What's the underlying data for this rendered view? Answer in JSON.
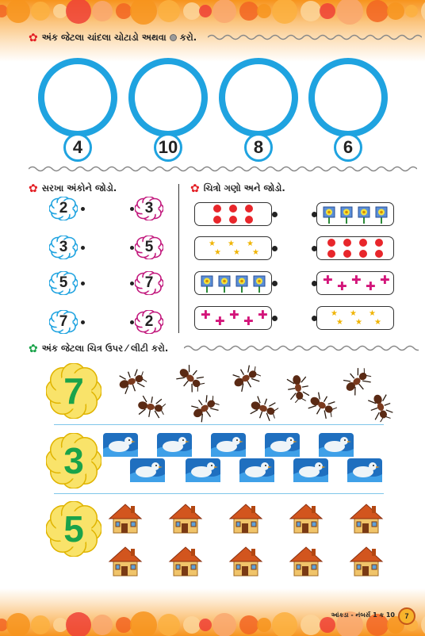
{
  "section1": {
    "instruction_before": "અંક જેટલા ચાંદલા ચોટાડો અથવા",
    "instruction_after": "કરો.",
    "numbers": [
      "4",
      "10",
      "8",
      "6"
    ]
  },
  "section2a": {
    "instruction": "સરખા અંકોને જોડો.",
    "left": [
      "2",
      "3",
      "5",
      "7"
    ],
    "right": [
      "3",
      "5",
      "7",
      "2"
    ],
    "left_colors": [
      "#1fa3e0",
      "#1fa3e0",
      "#1fa3e0",
      "#1fa3e0"
    ],
    "right_colors": [
      "#c2197d",
      "#c2197d",
      "#c2197d",
      "#c2197d"
    ]
  },
  "section2b": {
    "instruction": "ચિત્રો ગણો અને જોડો.",
    "left_boxes": [
      "red-dots-6",
      "stars-6",
      "flowers-4",
      "pink-crosses-5"
    ],
    "right_boxes": [
      "flowers-4",
      "red-dots-8",
      "pink-crosses-5",
      "stars-6"
    ]
  },
  "section3": {
    "instruction": "અંક જેટલા ચિત્ર ઉપર ⁄ લીટી કરો.",
    "rows": [
      {
        "number": "7",
        "item": "ant-icon"
      },
      {
        "number": "3",
        "item": "duck-icon"
      },
      {
        "number": "5",
        "item": "house-icon"
      }
    ]
  },
  "footer": {
    "text": "આંકડા - નંબર્સ 1 ક 10",
    "page": "7"
  },
  "colors": {
    "accent_blue": "#1fa3e0",
    "star_red": "#e31e24",
    "star_green": "#1aa34a",
    "big_number_green": "#1aa34a",
    "flower_yellow": "#f4d03f",
    "band_orange": "#f7941d"
  }
}
